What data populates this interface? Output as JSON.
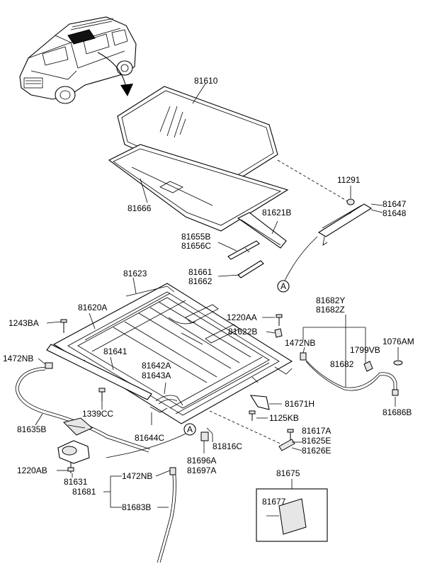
{
  "parts": {
    "p81610": "81610",
    "p81666": "81666",
    "p11291": "11291",
    "p81647": "81647",
    "p81648": "81648",
    "p81621B": "81621B",
    "p81655B": "81655B",
    "p81656C": "81656C",
    "p81661": "81661",
    "p81662": "81662",
    "p81623": "81623",
    "p81620A": "81620A",
    "p1243BA": "1243BA",
    "p1220AA": "1220AA",
    "p81622B": "81622B",
    "p81682Y": "81682Y",
    "p81682Z": "81682Z",
    "p1472NB_r": "1472NB",
    "p1799VB": "1799VB",
    "p1076AM": "1076AM",
    "p81682": "81682",
    "p81686B": "81686B",
    "p1472NB_l": "1472NB",
    "p81641": "81641",
    "p81642A": "81642A",
    "p81643A": "81643A",
    "p1339CC": "1339CC",
    "p81635B": "81635B",
    "p81644C": "81644C",
    "p81671H": "81671H",
    "p1125KB": "1125KB",
    "p81617A": "81617A",
    "p81625E": "81625E",
    "p81626E": "81626E",
    "p81816C": "81816C",
    "p81696A": "81696A",
    "p81697A": "81697A",
    "p1220AB": "1220AB",
    "p81631": "81631",
    "p1472NB_b": "1472NB",
    "p81681": "81681",
    "p81683B": "81683B",
    "p81675": "81675",
    "p81677": "81677"
  },
  "refs": {
    "callout_a_top": "A",
    "callout_a_bottom": "A"
  }
}
